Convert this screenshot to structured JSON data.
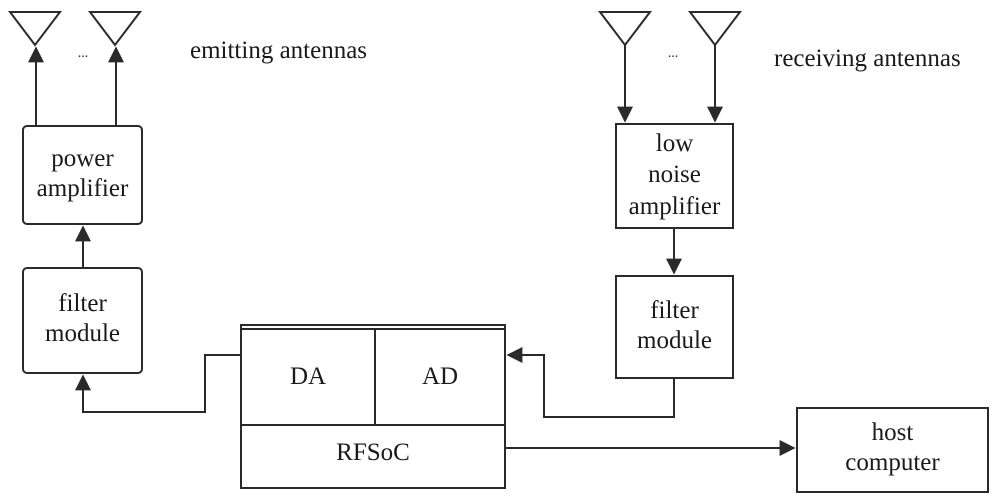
{
  "labels": {
    "emitting_antennas": "emitting antennas",
    "receiving_antennas": "receiving antennas",
    "ellipsis_tx": "...",
    "ellipsis_rx": "...",
    "power_amplifier": "power\namplifier",
    "filter_module_tx": "filter\nmodule",
    "low_noise_amplifier": "low\nnoise\namplifier",
    "filter_module_rx": "filter\nmodule",
    "da": "DA",
    "ad": "AD",
    "rfsoc": "RFSoC",
    "host_computer": "host\ncomputer"
  },
  "colors": {
    "stroke": "#2a2a2a",
    "text": "#1a1a1a",
    "background": "#ffffff"
  }
}
